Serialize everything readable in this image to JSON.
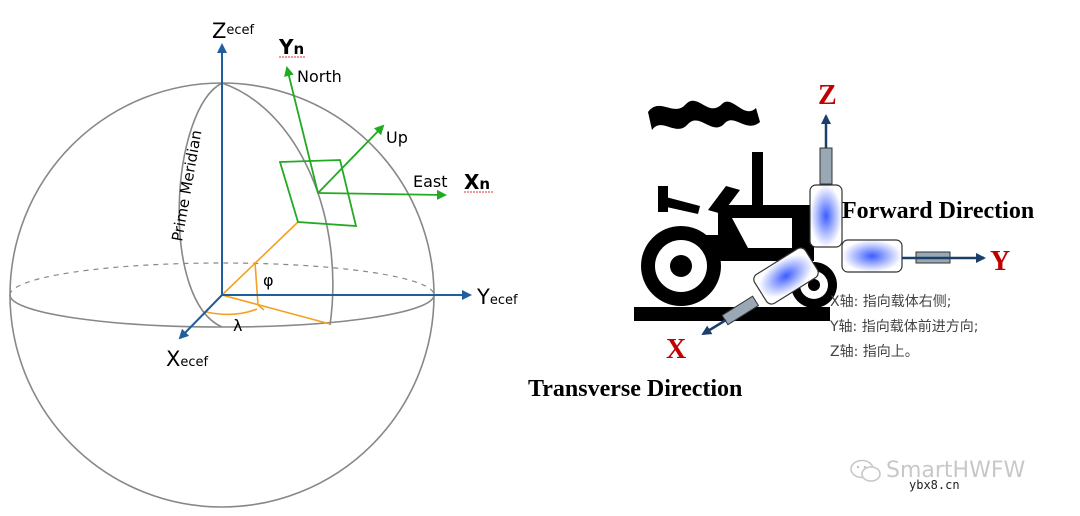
{
  "left_diagram": {
    "z_axis_main": "Z",
    "z_axis_sub": "ecef",
    "y_axis_main": "Y",
    "y_axis_sub": "ecef",
    "x_axis_main": "X",
    "x_axis_sub": "ecef",
    "yn_main": "Y",
    "yn_sub": "n",
    "xn_main": "X",
    "xn_sub": "n",
    "north": "North",
    "up": "Up",
    "east": "East",
    "prime_meridian": "Prime Meridian",
    "phi": "φ",
    "lambda": "λ"
  },
  "right_diagram": {
    "z_label": "Z",
    "y_label": "Y",
    "x_label": "X",
    "forward_direction": "Forward Direction",
    "transverse_direction": "Transverse Direction",
    "notes": [
      "X轴: 指向载体右侧;",
      "Y轴: 指向载体前进方向;",
      "Z轴: 指向上。"
    ]
  },
  "watermark": {
    "brand": "SmartHWFW",
    "site": "ybx8.cn",
    "icon": "wechat-icon"
  },
  "colors": {
    "ecef_axis": "#1f5f9e",
    "local_frame": "#22aa22",
    "angle_lines": "#f5a020",
    "sphere": "#888888",
    "axis_label_red": "#c00000"
  }
}
